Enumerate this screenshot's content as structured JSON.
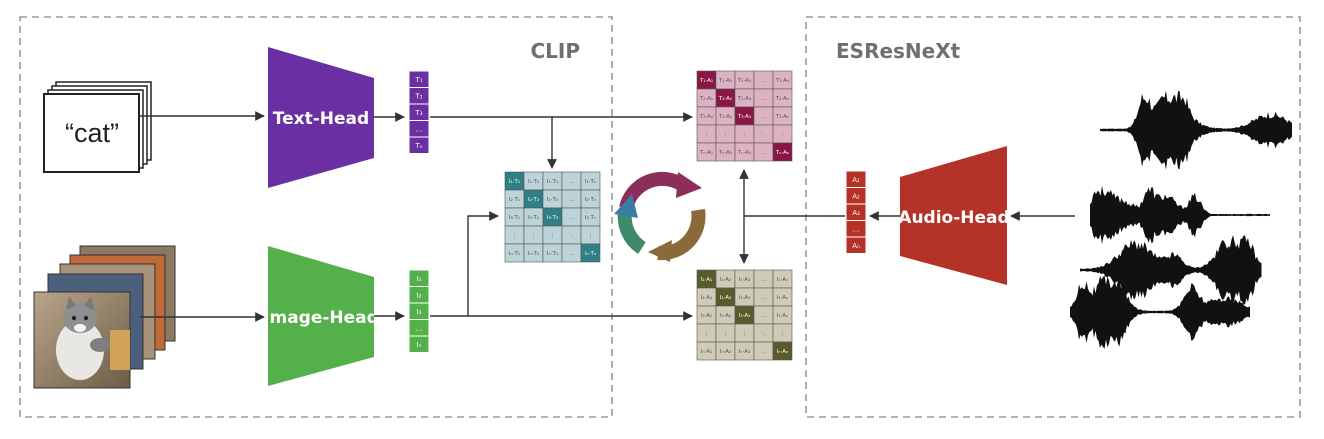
{
  "boxes": {
    "clip_title": "CLIP",
    "esresnext_title": "ESResNeXt"
  },
  "text_input": "“cat”",
  "heads": {
    "text": "Text-Head",
    "image": "Image-Head",
    "audio": "Audio-Head"
  },
  "vectors": {
    "text": [
      "T₁",
      "T₂",
      "T₃",
      "…",
      "Tₙ"
    ],
    "image": [
      "I₁",
      "I₂",
      "I₃",
      "…",
      "Iₙ"
    ],
    "audio": [
      "A₁",
      "A₂",
      "A₃",
      "…",
      "Aₙ"
    ]
  },
  "matrices": {
    "image_text": [
      [
        "I₁·T₁",
        "I₁·T₂",
        "I₁·T₃",
        "…",
        "I₁·Tₙ"
      ],
      [
        "I₂·T₁",
        "I₂·T₂",
        "I₂·T₃",
        "…",
        "I₂·Tₙ"
      ],
      [
        "I₃·T₁",
        "I₃·T₂",
        "I₃·T₃",
        "…",
        "I₃·Tₙ"
      ],
      [
        "⋮",
        "⋮",
        "⋮",
        "⋱",
        "⋮"
      ],
      [
        "Iₙ·T₁",
        "Iₙ·T₂",
        "Iₙ·T₃",
        "…",
        "Iₙ·Tₙ"
      ]
    ],
    "text_audio": [
      [
        "T₁·A₁",
        "T₁·A₂",
        "T₁·A₃",
        "…",
        "T₁·Aₙ"
      ],
      [
        "T₂·A₁",
        "T₂·A₂",
        "T₂·A₃",
        "…",
        "T₂·Aₙ"
      ],
      [
        "T₃·A₁",
        "T₃·A₂",
        "T₃·A₃",
        "…",
        "T₃·Aₙ"
      ],
      [
        "⋮",
        "⋮",
        "⋮",
        "⋱",
        "⋮"
      ],
      [
        "Tₙ·A₁",
        "Tₙ·A₂",
        "Tₙ·A₃",
        "…",
        "Tₙ·Aₙ"
      ]
    ],
    "image_audio": [
      [
        "I₁·A₁",
        "I₁·A₂",
        "I₁·A₃",
        "…",
        "I₁·Aₙ"
      ],
      [
        "I₂·A₁",
        "I₂·A₂",
        "I₂·A₃",
        "…",
        "I₂·Aₙ"
      ],
      [
        "I₃·A₁",
        "I₃·A₂",
        "I₃·A₃",
        "…",
        "I₃·Aₙ"
      ],
      [
        "⋮",
        "⋮",
        "⋮",
        "⋱",
        "⋮"
      ],
      [
        "Iₙ·A₁",
        "Iₙ·A₂",
        "Iₙ·A₃",
        "…",
        "Iₙ·Aₙ"
      ]
    ]
  },
  "colors": {
    "text_head": "#6a2fa3",
    "image_head": "#54b04a",
    "audio_head": "#b53228",
    "clip_matrix_light": "#bcd3d7",
    "clip_matrix_dark": "#2f7f86",
    "text_audio_light": "#ddb3c4",
    "text_audio_dark": "#8a1646",
    "image_audio_light": "#cfcbb8",
    "image_audio_dark": "#5a5b2a"
  }
}
